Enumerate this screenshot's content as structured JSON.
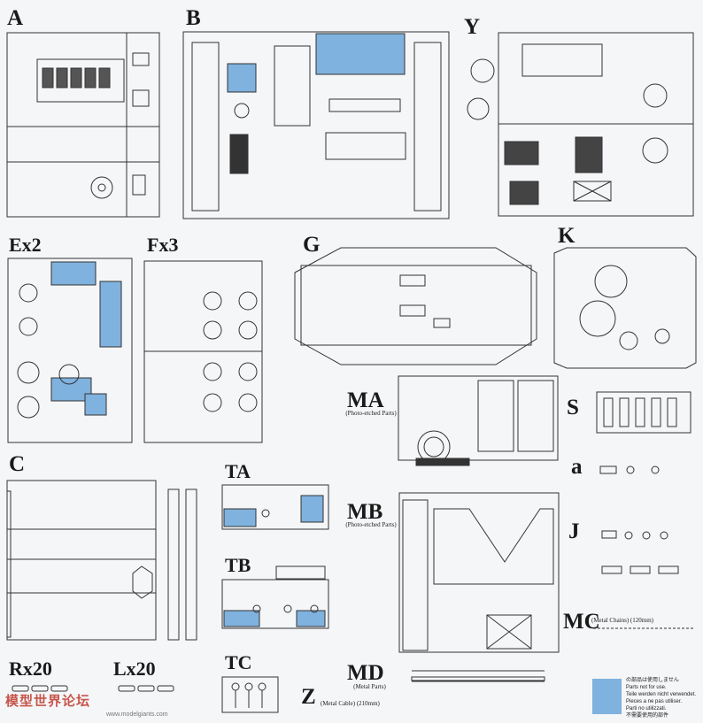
{
  "sprues": [
    {
      "id": "A",
      "name": "sprue-A"
    },
    {
      "id": "B",
      "name": "sprue-B"
    },
    {
      "id": "Y",
      "name": "sprue-Y"
    },
    {
      "id": "Ex2",
      "name": "sprue-Ex2"
    },
    {
      "id": "Fx3",
      "name": "sprue-Fx3"
    },
    {
      "id": "G",
      "name": "sprue-G"
    },
    {
      "id": "K",
      "name": "sprue-K"
    },
    {
      "id": "MA",
      "name": "sprue-MA",
      "note": "(Photo-etched Parts)"
    },
    {
      "id": "S",
      "name": "sprue-S"
    },
    {
      "id": "a",
      "name": "sprue-a"
    },
    {
      "id": "C",
      "name": "sprue-C"
    },
    {
      "id": "TA",
      "name": "sprue-TA"
    },
    {
      "id": "MB",
      "name": "sprue-MB",
      "note": "(Photo-etched Parts)"
    },
    {
      "id": "J",
      "name": "sprue-J"
    },
    {
      "id": "TB",
      "name": "sprue-TB"
    },
    {
      "id": "MC",
      "name": "sprue-MC",
      "note": "(Metal Chains) (120mm)"
    },
    {
      "id": "Rx20",
      "name": "sprue-Rx20"
    },
    {
      "id": "Lx20",
      "name": "sprue-Lx20"
    },
    {
      "id": "TC",
      "name": "sprue-TC"
    },
    {
      "id": "MD",
      "name": "sprue-MD",
      "note": "(Metal Parts)"
    },
    {
      "id": "Z",
      "name": "sprue-Z",
      "note": "(Metal Cable) (210mm)"
    }
  ],
  "legend": {
    "color": "#7fb2de",
    "lines": [
      "の部品は使用しません",
      "Parts not for use.",
      "Teile werden nicht verwendet.",
      "Pieces a ne pas utiliser.",
      "Parti no utilizzati.",
      "不需要使用的部件"
    ]
  },
  "watermark": "模型世界论坛",
  "watermark_url": "www.modelgiants.com"
}
